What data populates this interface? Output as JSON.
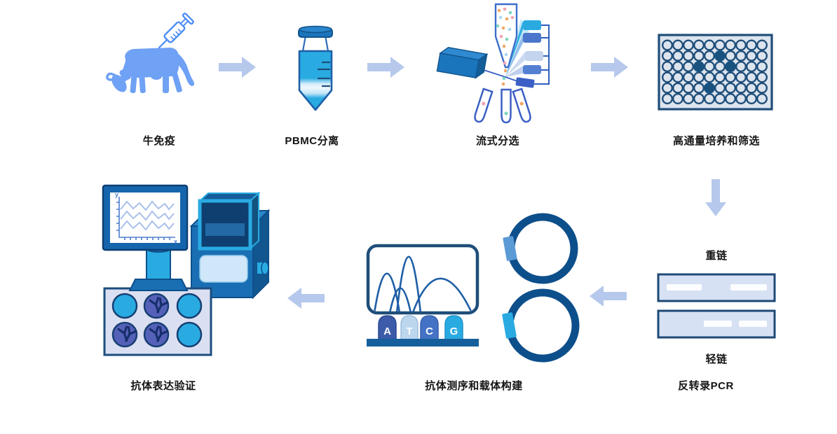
{
  "diagram": {
    "background": "#ffffff",
    "steps": {
      "cow": {
        "label": "牛免疫"
      },
      "pbmc": {
        "label": "PBMC分离"
      },
      "flow": {
        "label": "流式分选"
      },
      "screen": {
        "label": "高通量培养和筛选"
      },
      "rtpcr": {
        "label": "反转录PCR",
        "heavy_chain": "重链",
        "light_chain": "轻链"
      },
      "seq": {
        "label": "抗体测序和载体构建",
        "bases": [
          "A",
          "T",
          "C",
          "G"
        ]
      },
      "expr": {
        "label": "抗体表达验证",
        "axis_x": "x",
        "axis_y": "y"
      }
    },
    "plate96": {
      "rows": 6,
      "cols": 10,
      "filled": [
        [
          2,
          6
        ],
        [
          3,
          4
        ],
        [
          3,
          7
        ],
        [
          5,
          5
        ]
      ]
    },
    "plate6": {
      "wells": [
        [
          "plain",
          "antibody",
          "plain"
        ],
        [
          "antibody",
          "antibody",
          "plain"
        ]
      ]
    },
    "gels": {
      "heavy_bands": [
        [
          14,
          50
        ],
        [
          105,
          52
        ]
      ],
      "light_bands": [
        [
          67,
          40
        ],
        [
          117,
          40
        ]
      ]
    },
    "colors": {
      "arrow": "#b6c8ec",
      "navy": "#1f4e79",
      "cyan": "#29abe2",
      "blue": "#1b75bc",
      "cow_blue": "#6fa1f4"
    }
  }
}
